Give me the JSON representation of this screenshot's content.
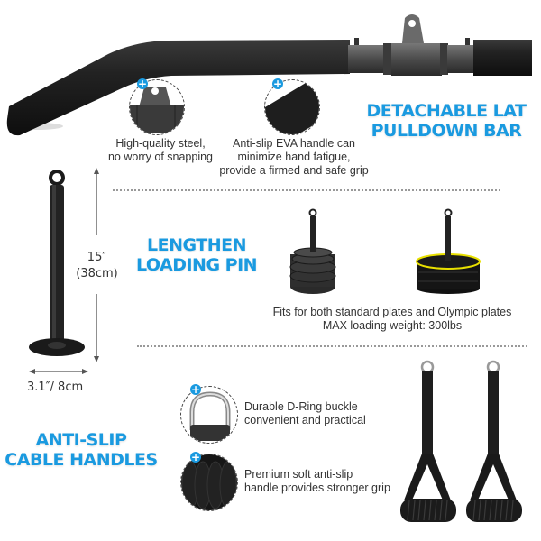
{
  "section_bar": {
    "title_line1": "DETACHABLE LAT",
    "title_line2": "PULLDOWN BAR",
    "features": [
      {
        "icon": "plus-icon",
        "line1": "High-quality steel,",
        "line2": "no worry of snapping"
      },
      {
        "icon": "plus-icon",
        "line1": "Anti-slip EVA handle can",
        "line2": "minimize hand fatigue,",
        "line3": "provide a firmed and safe grip"
      }
    ]
  },
  "section_pin": {
    "title_line1": "LENGTHEN",
    "title_line2": "LOADING PIN",
    "height_label": "15″",
    "height_metric": "(38cm)",
    "width_label": "3.1″/ 8cm",
    "plates_line1": "Fits for both standard plates and Olympic plates",
    "plates_line2": "MAX loading weight: 300lbs"
  },
  "section_handles": {
    "title_line1": "ANTI-SLIP",
    "title_line2": "CABLE HANDLES",
    "features": [
      {
        "icon": "plus-icon",
        "line1": "Durable D-Ring buckle",
        "line2": "convenient and practical"
      },
      {
        "icon": "plus-icon",
        "line1": "Premium soft anti-slip",
        "line2": "handle provides stronger grip"
      }
    ]
  },
  "colors": {
    "accent": "#1a9ae0",
    "text": "#333333",
    "product": "#1c1c1c",
    "olympic_plate_stripe": "#e8e000"
  },
  "plus_glyph": "+"
}
